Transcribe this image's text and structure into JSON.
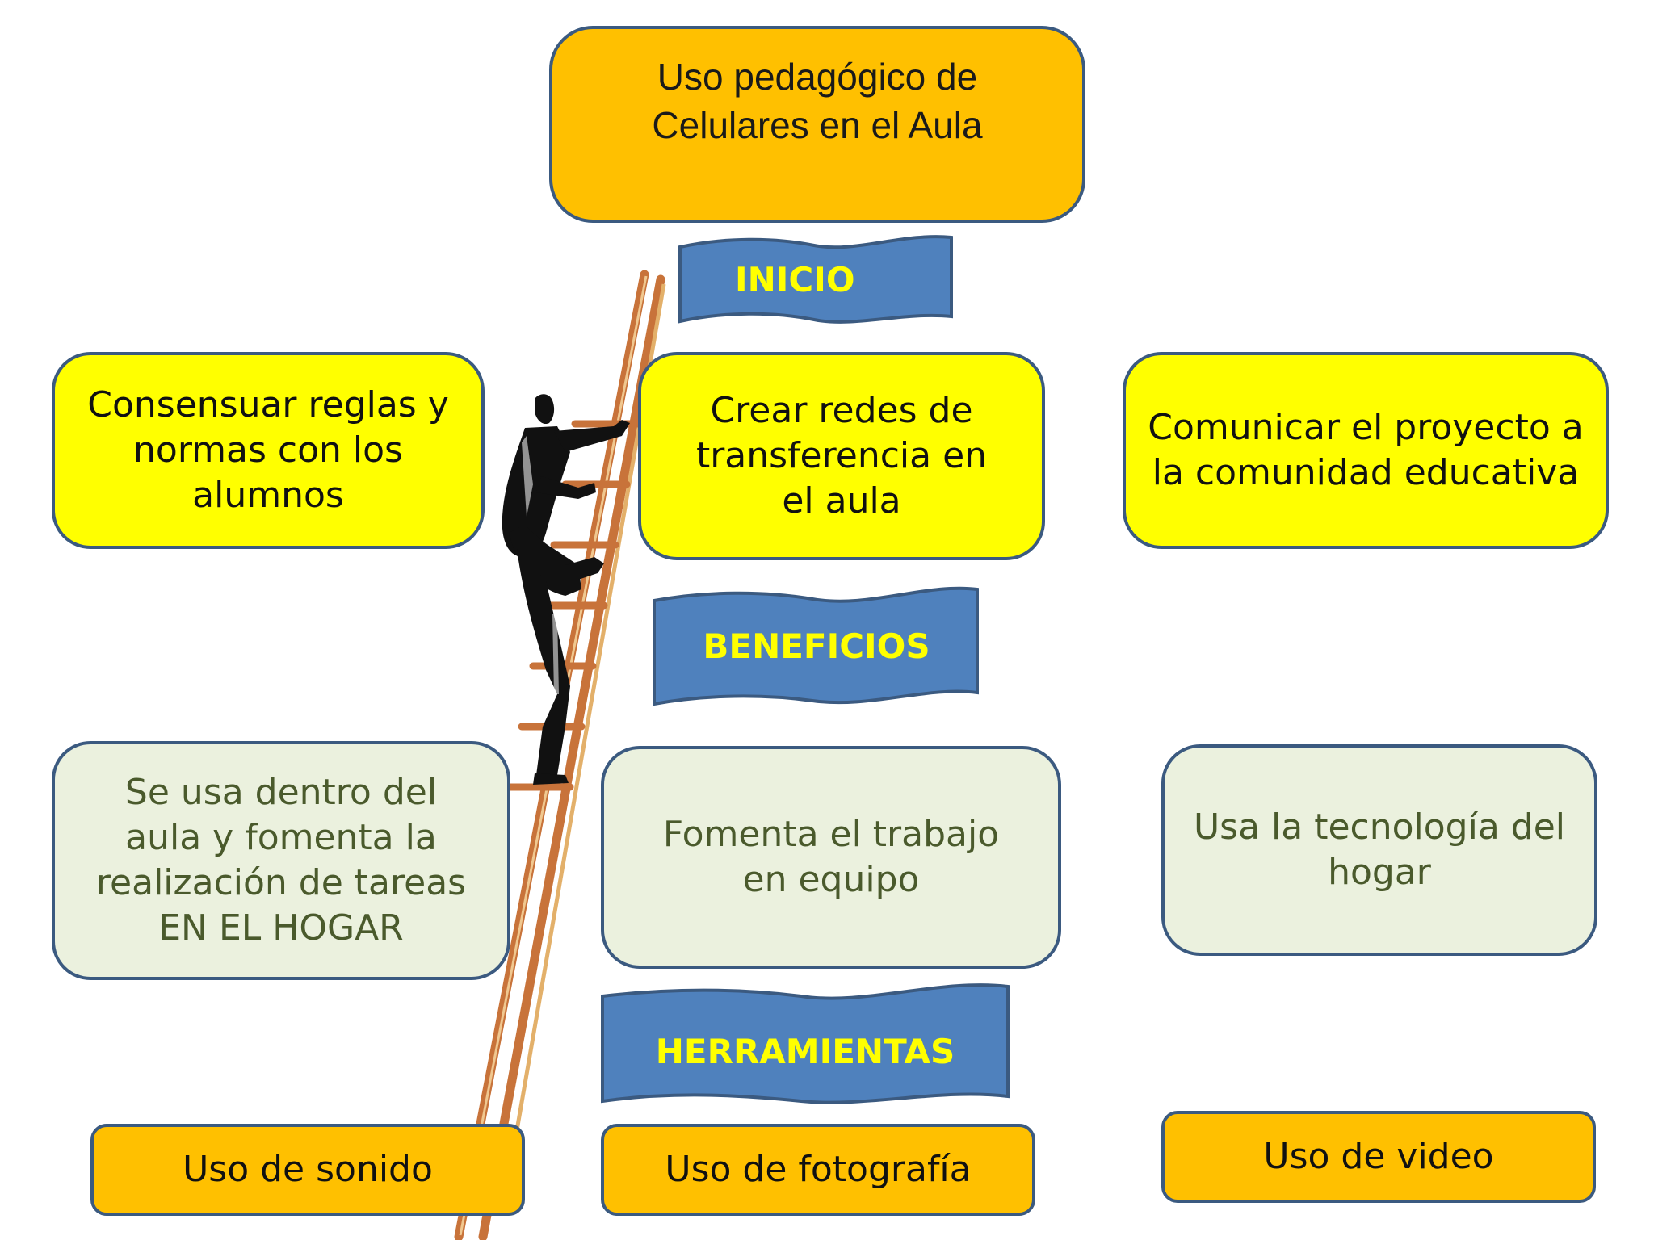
{
  "title": "Uso pedagógico de\nCelulares en el Aula",
  "sections": {
    "inicio": "INICIO",
    "beneficios": "BENEFICIOS",
    "herramientas": "HERRAMIENTAS"
  },
  "inicio_items": [
    "Consensuar reglas y\nnormas con los\nalumnos",
    "Crear redes de\ntransferencia en\nel aula",
    "Comunicar el proyecto a\nla comunidad educativa"
  ],
  "beneficios_items": [
    "Se usa dentro del\naula y  fomenta la\nrealización de tareas\nEN EL HOGAR",
    "Fomenta el trabajo\nen equipo",
    "Usa la tecnología del\nhogar"
  ],
  "herramientas_items": [
    "Uso de sonido",
    "Uso de fotografía",
    "Uso de video"
  ],
  "colors": {
    "title_fill": "#ffc000",
    "inicio_fill": "#ffff00",
    "beneficios_fill": "#ebf1de",
    "herramientas_fill": "#ffc000",
    "ribbon_fill": "#4f81bd",
    "ribbon_text": "#ffff00",
    "border": "#3b5a80"
  },
  "icons": {
    "illustration": "person-climbing-ladder-icon"
  }
}
